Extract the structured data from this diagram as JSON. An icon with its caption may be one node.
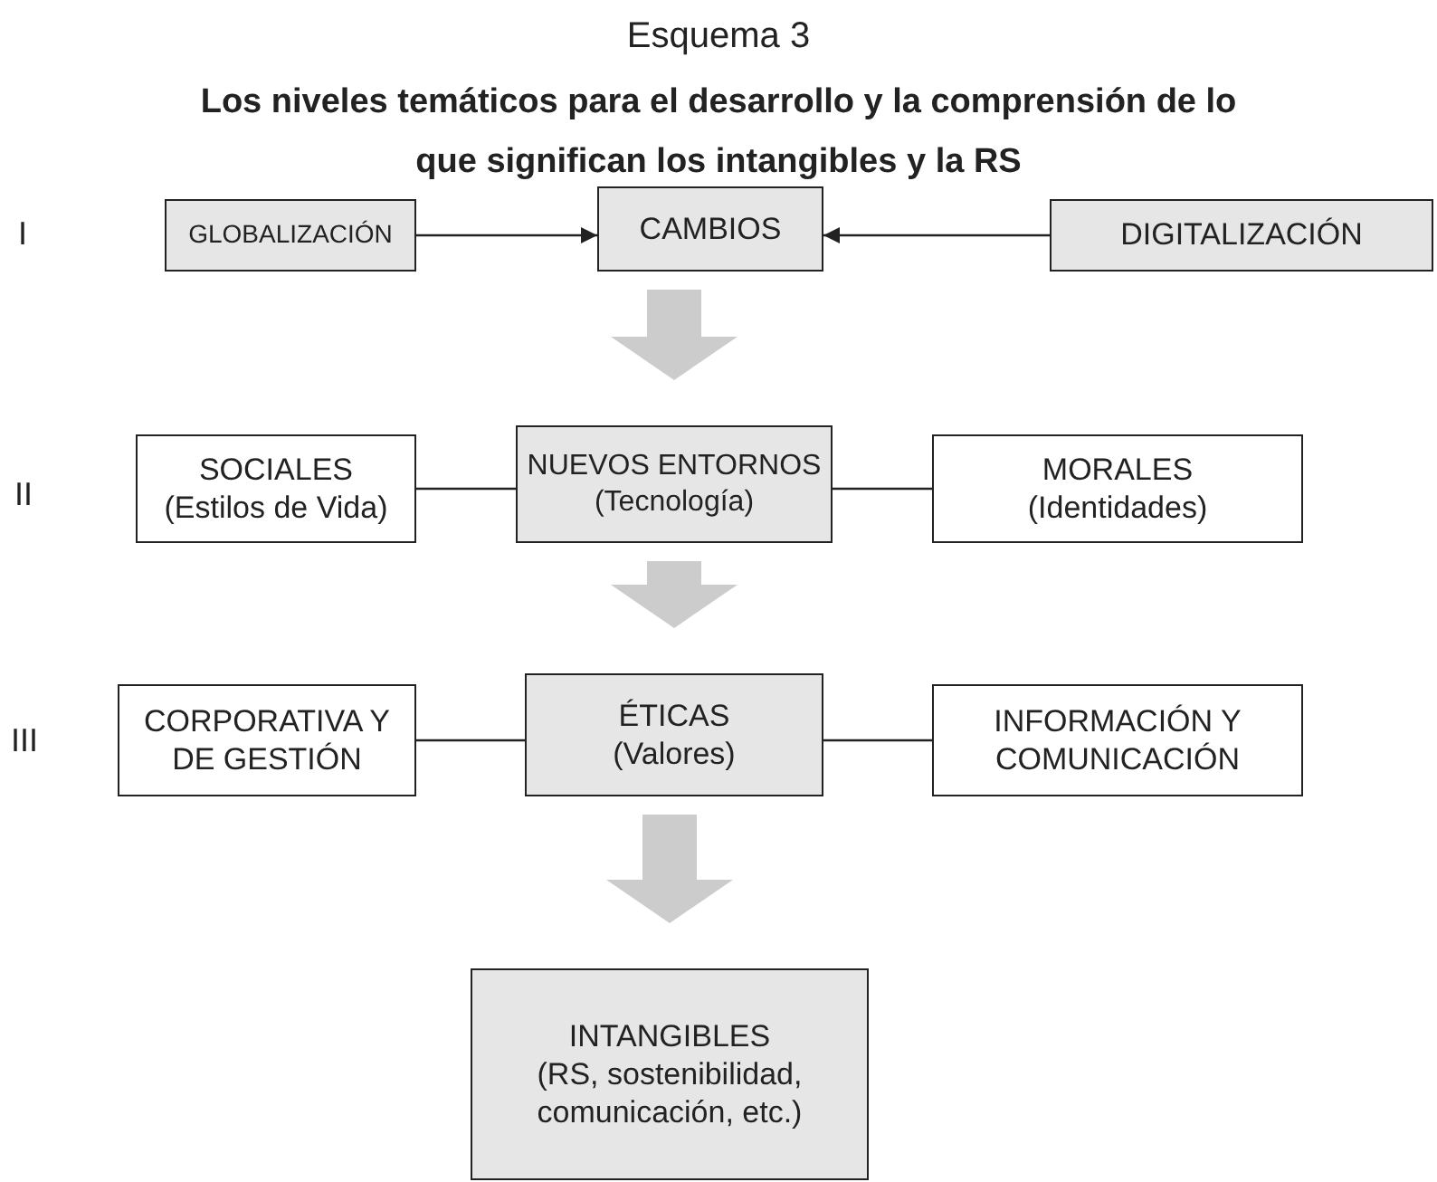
{
  "diagram": {
    "title": "Los niveles temáticos para el desarrollo y la comprensión de lo que significan los intangibles y la RS",
    "nodes": [
      {
        "text": [
          "GLOBALIZACIÓN"
        ]
      },
      {
        "text": [
          "CAMBIOS"
        ]
      },
      {
        "text": [
          "DIGITALIZACIÓN"
        ]
      },
      {
        "text": [
          "SOCIALES",
          "(Estilos de Vida)"
        ]
      },
      {
        "text": [
          "NUEVOS ENTORNOS",
          "(Tecnología)"
        ]
      },
      {
        "text": [
          "MORALES",
          "(Identidades)"
        ]
      },
      {
        "text": [
          "CORPORATIVA Y DE GESTIÓN"
        ]
      },
      {
        "text": [
          "ÉTICAS",
          "(Valores)"
        ]
      },
      {
        "text": [
          "INFORMACIÓN Y COMUNICACIÓN"
        ]
      },
      {
        "text": [
          "INTANGIBLES",
          "(RS, sostenibilidad, comunicación, etc.)"
        ]
      }
    ],
    "edges": [
      {
        "from": 0,
        "to": 1,
        "arrow": "to"
      },
      {
        "from": 2,
        "to": 1,
        "arrow": "to"
      },
      {
        "from": 1,
        "to": 4,
        "arrow": "to",
        "style": "thick",
        "color": "#cccccc"
      },
      {
        "from": 3,
        "to": 4,
        "arrow": "none"
      },
      {
        "from": 4,
        "to": 5,
        "arrow": "none"
      },
      {
        "from": 4,
        "to": 7,
        "arrow": "to",
        "style": "thick",
        "color": "#cccccc"
      },
      {
        "from": 6,
        "to": 7,
        "arrow": "none"
      },
      {
        "from": 7,
        "to": 8,
        "arrow": "none"
      },
      {
        "from": 7,
        "to": 9,
        "arrow": "to",
        "style": "thick",
        "color": "#cccccc"
      }
    ],
    "labels": [
      "Esquema 3",
      "I",
      "II",
      "III"
    ]
  }
}
